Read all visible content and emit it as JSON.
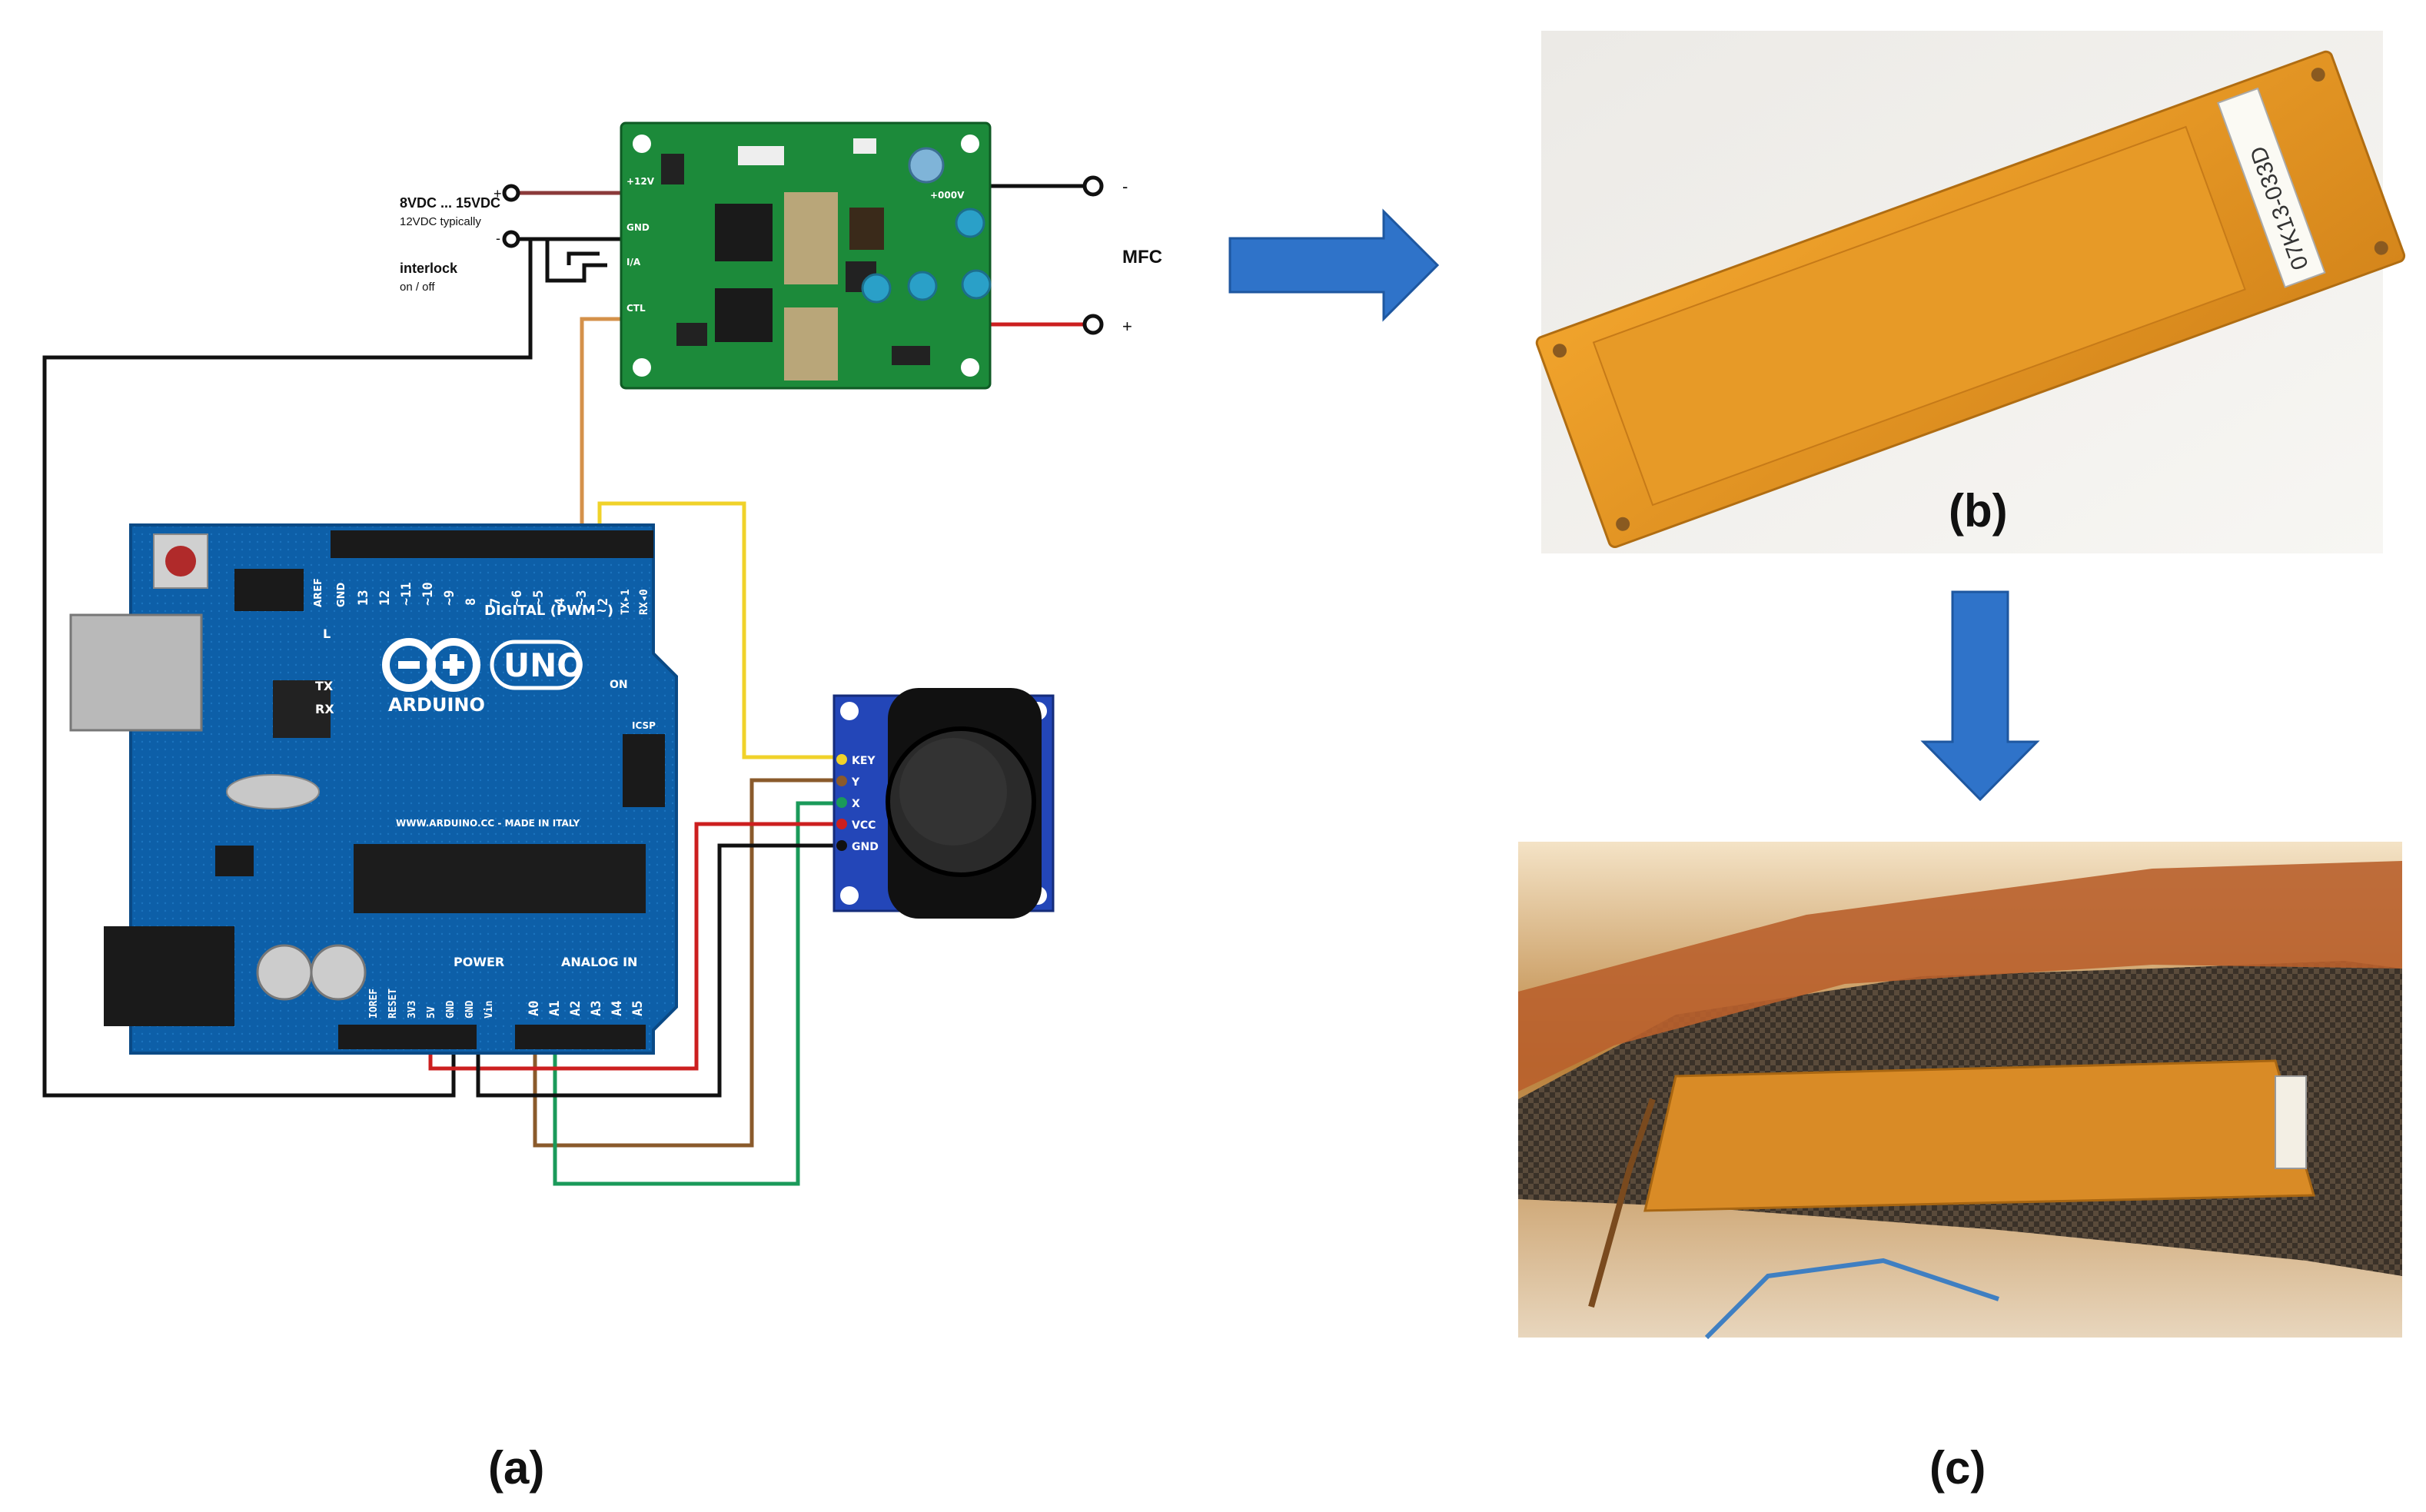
{
  "labels": {
    "panel_a": "(a)",
    "panel_b": "(b)",
    "panel_c": "(c)"
  },
  "driver": {
    "supply_range": "8VDC ... 15VDC",
    "supply_typical": "12VDC typically",
    "interlock": "interlock",
    "interlock_state": "on / off",
    "output_name": "MFC",
    "output_minus": "-",
    "output_plus": "+",
    "plus_sign": "+",
    "minus_sign": "-",
    "pin_12v": "+12V",
    "pin_gnd": "GND",
    "pin_ia": "I/A",
    "pin_ctl": "CTL",
    "pin_hv": "+000V"
  },
  "arduino": {
    "brand": "ARDUINO",
    "model": "UNO",
    "site": "WWW.ARDUINO.CC - MADE IN ITALY",
    "digital": "DIGITAL (PWM~)",
    "power": "POWER",
    "analog": "ANALOG IN",
    "icsp": "ICSP",
    "on": "ON",
    "tx": "TX",
    "rx": "RX",
    "l": "L",
    "aref": "AREF",
    "gnd_top": "GND",
    "digital_pins": [
      "13",
      "12",
      "~11",
      "~10",
      "~9",
      "8",
      "7",
      "~6",
      "~5",
      "4",
      "~3",
      "2",
      "TX▸1",
      "RX◂0"
    ],
    "power_pins": [
      "IOREF",
      "RESET",
      "3V3",
      "5V",
      "GND",
      "GND",
      "Vin"
    ],
    "analog_pins": [
      "A0",
      "A1",
      "A2",
      "A3",
      "A4",
      "A5"
    ]
  },
  "joystick": {
    "pins": [
      "KEY",
      "Y",
      "X",
      "VCC",
      "GND"
    ]
  },
  "mfc_patch": {
    "serial": "07K13-033D"
  },
  "colors": {
    "arrow": "#2f73c9",
    "arduino_blue": "#0b5ea8",
    "driver_green": "#1c8a3a",
    "mfc_orange": "#e39a2a",
    "wire_black": "#111111",
    "wire_red": "#cc1f1f",
    "wire_yellow": "#f0d22a",
    "wire_orange": "#d4914a",
    "wire_brown": "#8a5a2b",
    "wire_green": "#1a9a5a"
  }
}
